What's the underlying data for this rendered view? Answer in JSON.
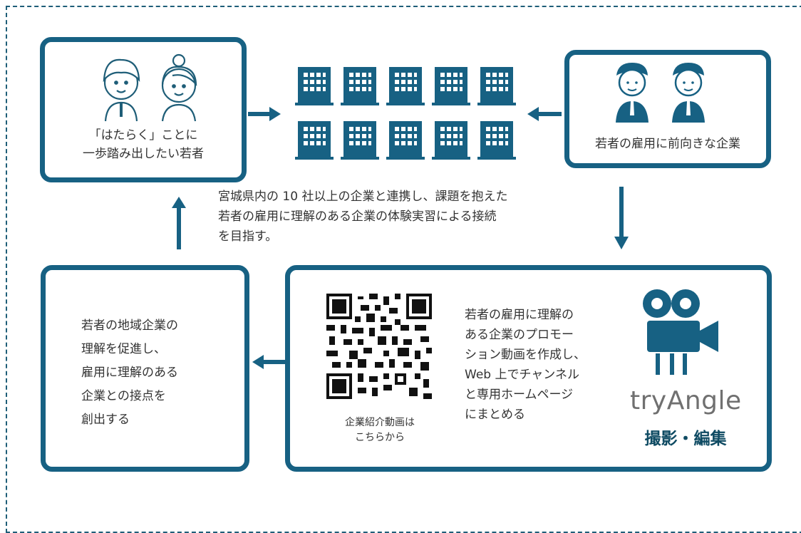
{
  "youth": {
    "label": "「はたらく」ことに\n一歩踏み出したい若者"
  },
  "company": {
    "label": "若者の雇用に前向きな企業"
  },
  "flow": {
    "description": "宮城県内の 10 社以上の企業と連携し、課題を抱えた\n若者の雇用に理解のある企業の体験実習による接続\nを目指す。"
  },
  "create": {
    "text": "若者の地域企業の\n理解を促進し、\n雇用に理解のある\n企業との接点を\n創出する"
  },
  "promo": {
    "qr_caption": "企業紹介動画は\nこちらから",
    "text": "若者の雇用に理解の\nある企業のプロモー\nション動画を作成し、\nWeb 上でチャンネル\nと専用ホームページ\nにまとめる",
    "brand": "tryAngle",
    "role": "撮影・編集"
  },
  "colors": {
    "primary": "#176183"
  },
  "icons": [
    "person-icon",
    "building-icon",
    "video-camera-icon",
    "qr-code"
  ]
}
